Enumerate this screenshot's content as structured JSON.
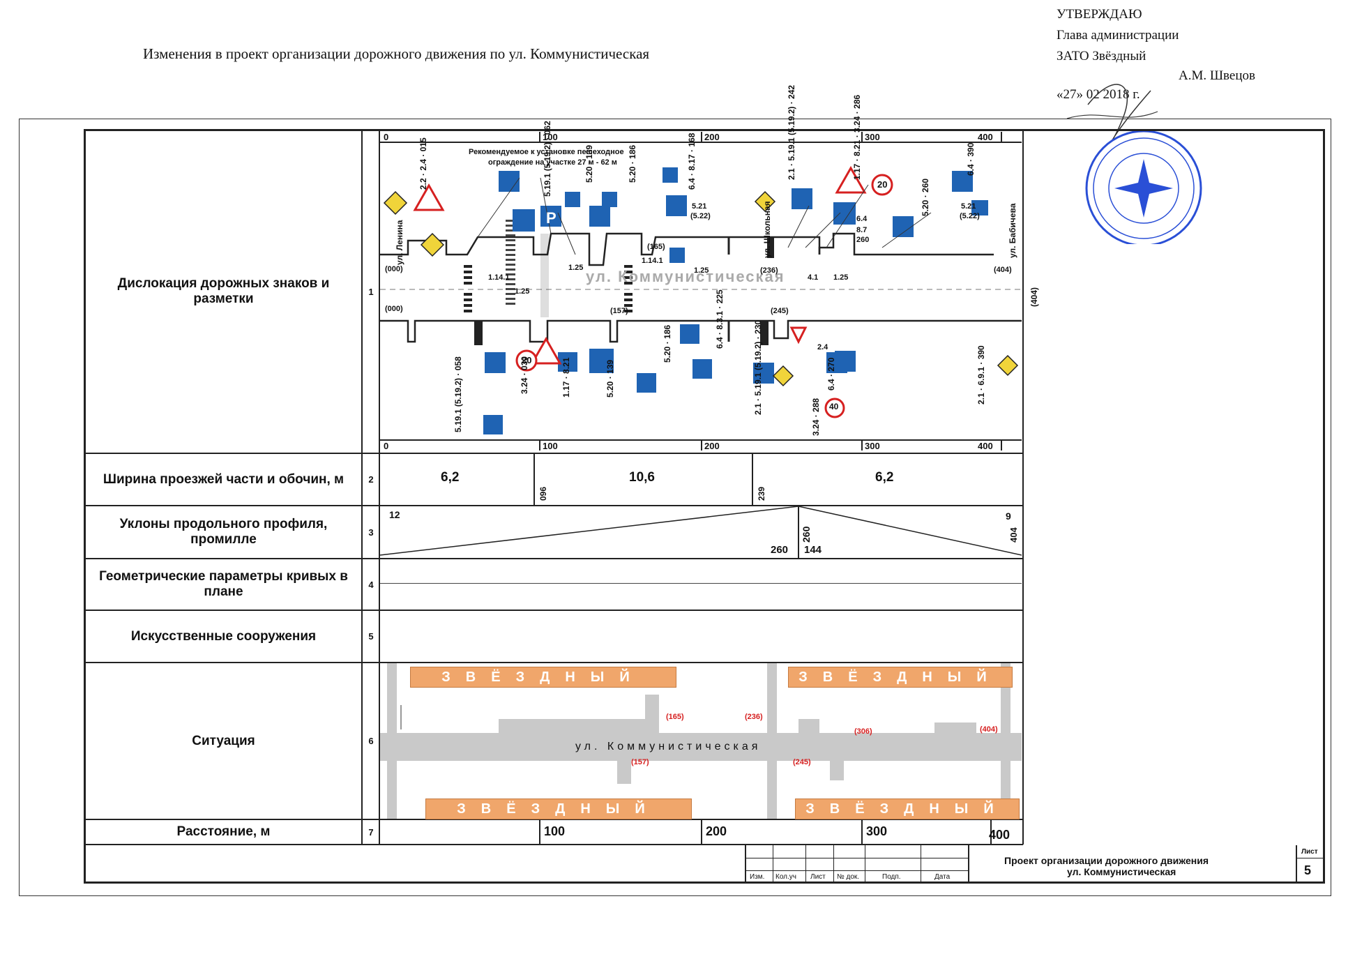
{
  "header": {
    "title": "Изменения в проект организации дорожного движения по ул. Коммунистическая",
    "approve": {
      "line1": "УТВЕРЖДАЮ",
      "line2": "Глава администрации",
      "line3": "ЗАТО Звёздный",
      "signer": "А.М. Швецов",
      "date": "«27» 02 2018 г."
    }
  },
  "rows": [
    {
      "num": "1",
      "label": "Дислокация дорожных знаков и разметки"
    },
    {
      "num": "2",
      "label": "Ширина проезжей части и обочин, м"
    },
    {
      "num": "3",
      "label": "Уклоны продольного профиля, промилле"
    },
    {
      "num": "4",
      "label": "Геометрические параметры кривых в плане"
    },
    {
      "num": "5",
      "label": "Искусственные сооружения"
    },
    {
      "num": "6",
      "label": "Ситуация"
    },
    {
      "num": "7",
      "label": "Расстояние, м"
    }
  ],
  "scale_ticks": [
    "0",
    "100",
    "200",
    "300",
    "400"
  ],
  "scheme": {
    "note_line1": "Рекомендуемое к установке пешеходное",
    "note_line2": "ограждение на участке 27 м - 62 м",
    "street_main": "ул. Коммунистическая",
    "street_lenina": "ул. Ленина",
    "street_shkolnaya": "ул. Школьная",
    "street_kirova": "ул. Бабичева",
    "label_000_top": "(000)",
    "label_000_bottom": "(000)",
    "label_165": "(165)",
    "label_157": "(157)",
    "label_236": "(236)",
    "label_245": "(245)",
    "label_404": "(404)",
    "label_404_side": "(404)",
    "mark_1_14_1_a": "1.14.1",
    "mark_1_14_1_b": "1.14.1",
    "mark_1_25_a": "1.25",
    "mark_1_25_b": "1.25",
    "mark_1_25_c": "1.25",
    "mark_1_25_d": "1.25",
    "mark_4_1": "4.1",
    "sign_20_a": "20",
    "sign_20_b": "20",
    "sign_40": "40",
    "parking": "P",
    "top_sign_groups": [
      {
        "line": "2.2 · 2.4 · 015"
      },
      {
        "line": "5.19.1 (5.19.2) · 062"
      },
      {
        "line": "5.20 · 139"
      },
      {
        "line": "5.20 · 186"
      },
      {
        "line": "6.4 · 8.17 · 168"
      },
      {
        "line": "2.1 · 5.19.1 (5.19.2) · 242"
      },
      {
        "line": "1.17 · 8.21 · 3.24 · 286"
      },
      {
        "line": "5.20 · 260"
      },
      {
        "line": "6.4 · 390"
      }
    ],
    "bottom_sign_groups": [
      {
        "line": "5.19.1 (5.19.2) · 058"
      },
      {
        "line": "3.24 · 030"
      },
      {
        "line": "1.17 · 8.21"
      },
      {
        "line": "5.20 · 139"
      },
      {
        "line": "5.20 · 186"
      },
      {
        "line": "6.4 · 8.3.1 · 225"
      },
      {
        "line": "2.1 · 5.19.1 (5.19.2) · 230"
      },
      {
        "line": "6.4 · 270"
      },
      {
        "line": "3.24 · 288"
      },
      {
        "line": "2.1 · 6.9.1 · 390"
      }
    ],
    "extra_labels": {
      "s521": "5.21",
      "s522": "(5.22)",
      "s521b": "5.21",
      "s522b": "(5.22)",
      "s64": "6.4",
      "s87": "8.7",
      "s260": "260",
      "s24": "2.4"
    }
  },
  "widths": {
    "left": "6,2",
    "middle": "10,6",
    "right": "6,2",
    "mark_096": "096",
    "mark_239": "239"
  },
  "slopes": {
    "start": "12",
    "mid_label": "260",
    "under_left": "260",
    "under_right": "144",
    "end_top": "9",
    "end_side": "404"
  },
  "situation": {
    "block_label": "ЗВЁЗДНЫЙ",
    "street": "ул. Коммунистическая",
    "refs": [
      "(165)",
      "(236)",
      "(306)",
      "(404)",
      "(157)",
      "(245)"
    ]
  },
  "distance_ticks": [
    "100",
    "200",
    "300",
    "400"
  ],
  "stamp": {
    "cols": [
      "Изм.",
      "Кол.уч",
      "Лист",
      "№ док.",
      "Подп.",
      "Дата"
    ],
    "title_line1": "Проект организации дорожного движения",
    "title_line2": "ул. Коммунистическая",
    "sheet_label": "Лист",
    "sheet_num": "5"
  },
  "colors": {
    "sign_blue": "#1f63b3",
    "block_orange": "#f0a66b",
    "road_gray": "#c9c9c9",
    "ref_red": "#d62020",
    "stamp_blue": "#2a4fd6"
  }
}
